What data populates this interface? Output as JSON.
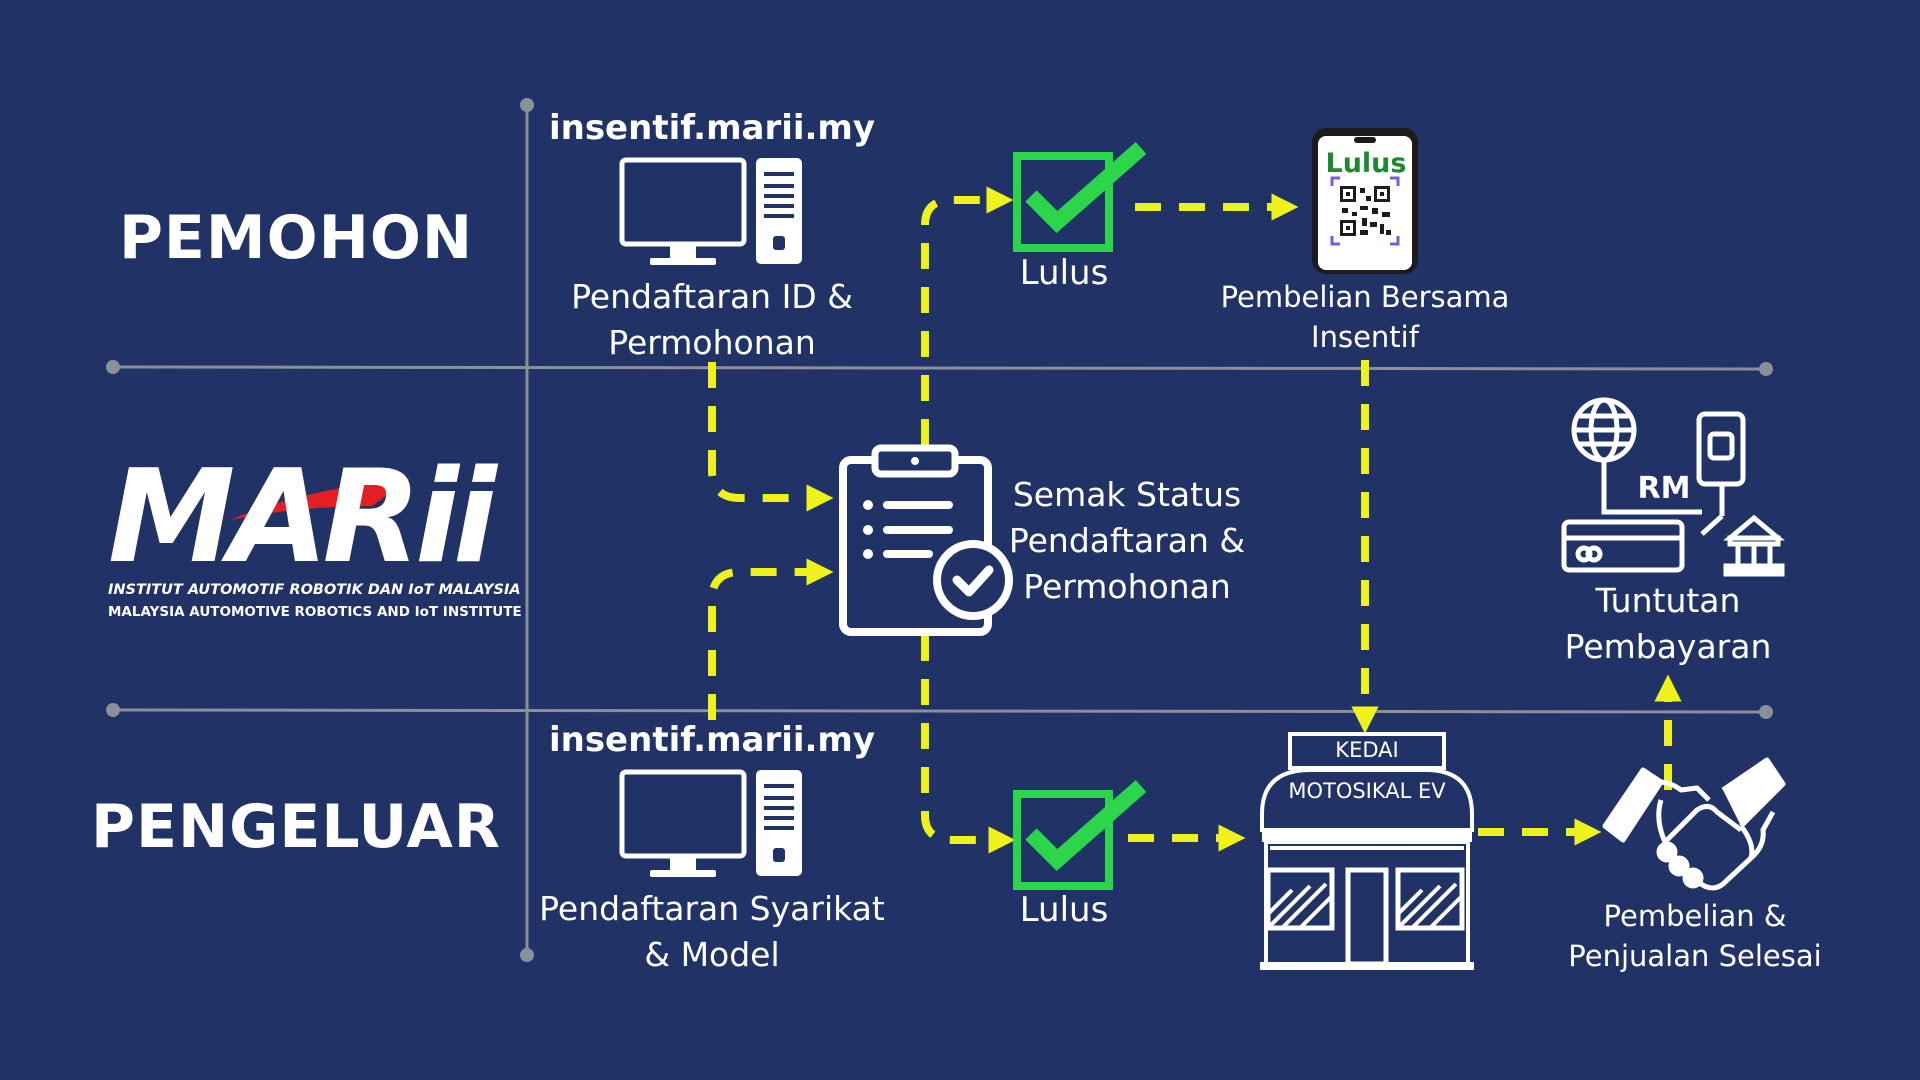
{
  "lanes": {
    "top": "PEMOHON",
    "bottom": "PENGELUAR"
  },
  "logo": {
    "wordmark": "MARii",
    "line1": "INSTITUT AUTOMOTIF ROBOTIK DAN IoT MALAYSIA",
    "line2": "MALAYSIA AUTOMOTIVE ROBOTICS AND IoT INSTITUTE"
  },
  "pemohon": {
    "url": "insentif.marii.my",
    "step1": [
      "Pendaftaran ID &",
      "Permohonan"
    ],
    "lulus": "Lulus",
    "phone_label": "Lulus",
    "purchase": [
      "Pembelian Bersama",
      "Insentif"
    ]
  },
  "center": {
    "status": [
      "Semak Status",
      "Pendaftaran &",
      "Permohonan"
    ]
  },
  "pengeluar": {
    "url": "insentif.marii.my",
    "step1": [
      "Pendaftaran Syarikat",
      "& Model"
    ],
    "lulus": "Lulus",
    "shop_sign": "KEDAI",
    "shop_name": "MOTOSIKAL EV",
    "done": [
      "Pembelian &",
      "Penjualan Selesai"
    ]
  },
  "claim": {
    "currency": "RM",
    "label": [
      "Tuntutan",
      "Pembayaran"
    ]
  },
  "colors": {
    "background": "#213266",
    "arrow": "#eef21a",
    "check_fill": "#2bd64a",
    "grid_line": "#8a8f99",
    "logo_red": "#e31e24",
    "phone_text": "#1e8a2e"
  }
}
